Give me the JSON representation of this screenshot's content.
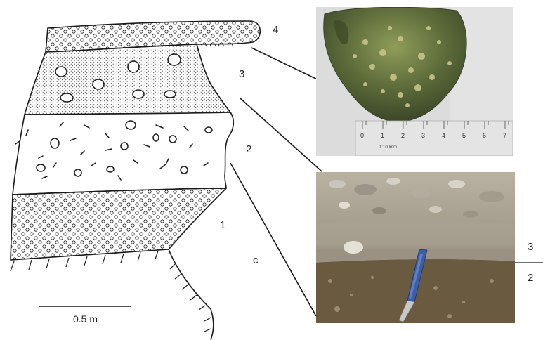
{
  "section": {
    "layer_labels": [
      "4",
      "3",
      "2",
      "1",
      "c"
    ],
    "scale_label": "0.5 m"
  },
  "photo_top": {
    "ruler_numbers": [
      "0",
      "1",
      "2",
      "3",
      "4",
      "5",
      "6",
      "7"
    ],
    "ruler_caption": "1:100mm"
  },
  "photo_bottom": {
    "boundary_upper_label": "3",
    "boundary_lower_label": "2"
  },
  "colors": {
    "line": "#1a1a1a",
    "photo_top_background": "#dcdcdc",
    "clast": "#6b7a3a",
    "ruler": "#e4e4e4",
    "photo_bottom_soil": "#6a5a40",
    "pen": "#3a5ea8"
  }
}
